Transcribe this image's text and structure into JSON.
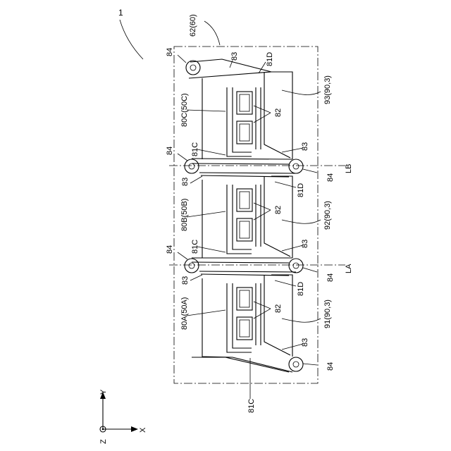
{
  "figure": {
    "ref": "1",
    "frame_label": "62(60)",
    "axes": {
      "y": "Y",
      "x": "X",
      "z": "Z"
    },
    "lines": {
      "la": "LA",
      "lb": "LB"
    },
    "sections": [
      {
        "name": "80C(50C)",
        "film": "93(90,3)",
        "pattern": "81D",
        "pattern_c": "81C",
        "tab": "83",
        "hole": "84",
        "cell": "82"
      },
      {
        "name": "80B(50B)",
        "film": "92(90,3)",
        "pattern": "81D",
        "pattern_c": "81C",
        "tab": "83",
        "hole": "84",
        "cell": "82"
      },
      {
        "name": "80A(50A)",
        "film": "91(90,3)",
        "pattern": "81D",
        "pattern_c": "81C",
        "tab": "83",
        "hole": "84",
        "cell": "82"
      }
    ],
    "bottom_pattern": "81C"
  }
}
